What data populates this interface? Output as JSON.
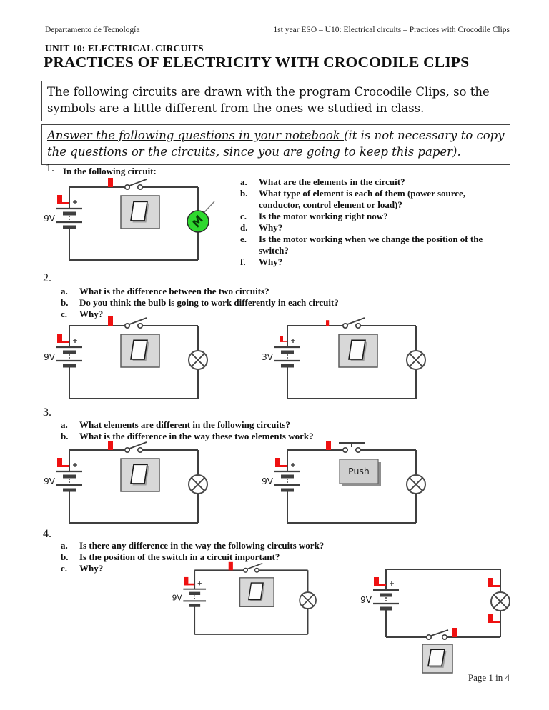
{
  "header": {
    "left": "Departamento de Tecnología",
    "right": "1st year ESO – U10: Electrical circuits – Practices with Crocodile Clips"
  },
  "title": {
    "unit_line": "UNIT 10: ELECTRICAL CIRCUITS",
    "main_line": "PRACTICES OF ELECTRICITY WITH CROCODILE CLIPS"
  },
  "intro_box": "The following circuits are drawn with the program Crocodile Clips, so the symbols are a little different from the ones we studied in class.",
  "instruction_box": {
    "underlined": "Answer the following questions in your notebook ",
    "rest": "(it is not necessary to copy the questions or the circuits, since you are going to keep this paper)."
  },
  "questions": [
    {
      "number": "1.",
      "intro": "In the following circuit:",
      "items": [
        {
          "letter": "a.",
          "text": "What are the elements in the circuit?"
        },
        {
          "letter": "b.",
          "text": "What type of element is each of them (power source,\nconductor, control element or load)?"
        },
        {
          "letter": "c.",
          "text": "Is the motor working right now?"
        },
        {
          "letter": "d.",
          "text": "Why?"
        },
        {
          "letter": "e.",
          "text": "Is the motor working when we change the position of the\nswitch?"
        },
        {
          "letter": "f.",
          "text": "Why?"
        }
      ]
    },
    {
      "number": "2.",
      "items": [
        {
          "letter": "a.",
          "text": "What is the difference between the two circuits?"
        },
        {
          "letter": "b.",
          "text": "Do you think the bulb is going to work differently in each circuit?"
        },
        {
          "letter": "c.",
          "text": "Why?"
        }
      ]
    },
    {
      "number": "3.",
      "items": [
        {
          "letter": "a.",
          "text": "What elements are different in the following circuits?"
        },
        {
          "letter": "b.",
          "text": "What is the difference in the way these two elements work?"
        }
      ]
    },
    {
      "number": "4.",
      "items": [
        {
          "letter": "a.",
          "text": "Is there any difference in the way the following circuits work?"
        },
        {
          "letter": "b.",
          "text": "Is the position of the switch in a circuit important?"
        },
        {
          "letter": "c.",
          "text": "Why?"
        }
      ]
    }
  ],
  "circuits": {
    "q1": {
      "label": "9V",
      "load": "motor",
      "control": "rocker",
      "variant": "standard"
    },
    "q2_left": {
      "label": "9V",
      "load": "bulb",
      "control": "rocker",
      "variant": "standard"
    },
    "q2_right": {
      "label": "3V",
      "load": "bulb",
      "control": "rocker",
      "variant": "standard",
      "clip_scale": 0.6
    },
    "q3_left": {
      "label": "9V",
      "load": "bulb",
      "control": "rocker",
      "variant": "standard"
    },
    "q3_right": {
      "label": "9V",
      "load": "bulb",
      "control": "push",
      "button_label": "Push",
      "variant": "standard"
    },
    "q4_left": {
      "label": "9V",
      "load": "bulb",
      "control": "rocker",
      "variant": "standard"
    },
    "q4_right": {
      "label": "9V",
      "load": "bulb",
      "control": "rocker",
      "variant": "switch-bottom"
    }
  },
  "colors": {
    "wire": "#3f3f3f",
    "clip_red": "#ee1111",
    "motor_green": "#2fd82f",
    "box_gray": "#d8d8d8"
  },
  "footer": {
    "page": "Page 1 in 4"
  }
}
